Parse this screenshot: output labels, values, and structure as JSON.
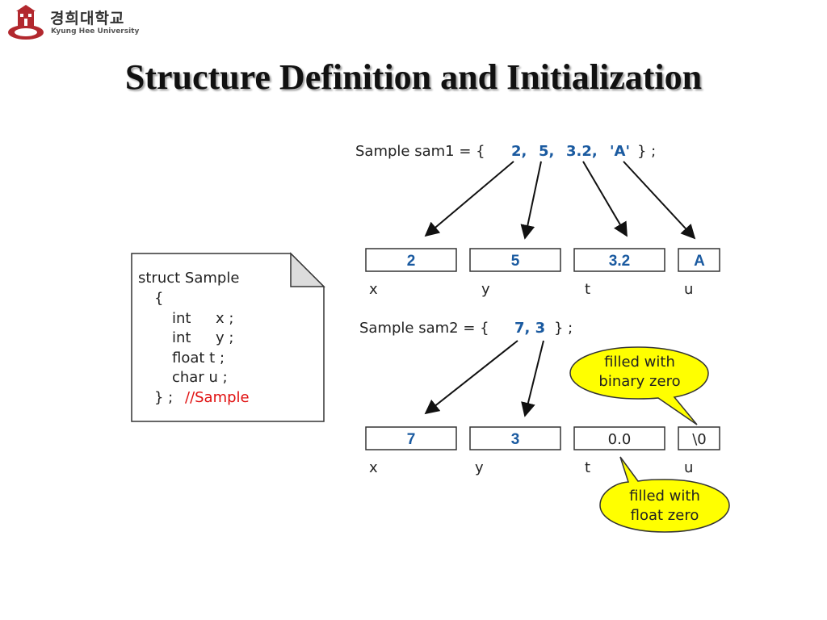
{
  "header": {
    "university_kr": "경희대학교",
    "university_en": "Kyung Hee University"
  },
  "slide": {
    "title": "Structure Definition and Initialization"
  },
  "code": {
    "lines": [
      "struct Sample",
      "{",
      "int",
      "x ;",
      "int",
      "y ;",
      "float t ;",
      "char u ;",
      "} ;",
      "//Sample"
    ]
  },
  "sam1": {
    "decl_prefix": "Sample sam1 =  {",
    "values": [
      "2,",
      "5,",
      "3.2,",
      "'A'"
    ],
    "decl_suffix": "} ;",
    "cells": [
      "2",
      "5",
      "3.2",
      "A"
    ],
    "labels": [
      "x",
      "y",
      "t",
      "u"
    ]
  },
  "sam2": {
    "decl_prefix": "Sample sam2 =  {",
    "values": [
      "7, 3"
    ],
    "decl_suffix": "} ;",
    "cells": [
      "7",
      "3",
      "0.0",
      "\\0"
    ],
    "labels": [
      "x",
      "y",
      "t",
      "u"
    ]
  },
  "callouts": {
    "binary_zero": [
      "filled with",
      "binary zero"
    ],
    "float_zero": [
      "filled with",
      "float zero"
    ]
  },
  "colors": {
    "value_blue": "#1a5aa0",
    "comment_red": "#e01010",
    "callout_fill": "#ffff00"
  }
}
